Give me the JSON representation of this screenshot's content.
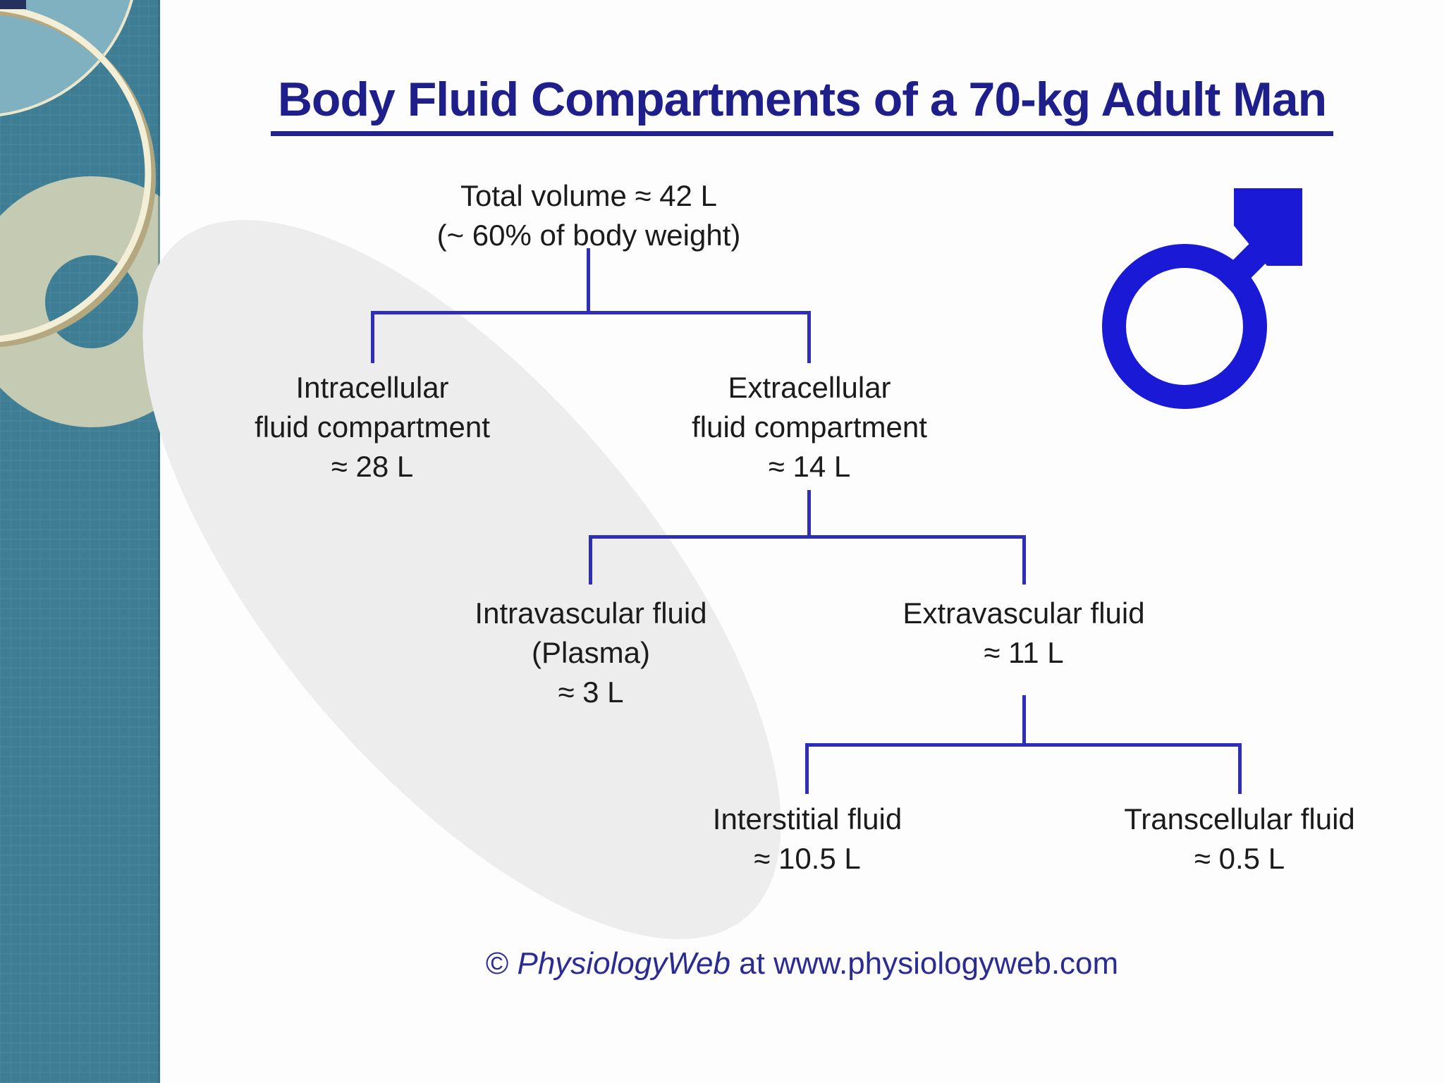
{
  "header": {
    "title": "Body Fluid Compartments of a 70-kg Adult Man"
  },
  "diagram": {
    "nodes": [
      {
        "id": "total",
        "lines": [
          "Total volume ≈ 42 L",
          "(~ 60% of body weight)"
        ]
      },
      {
        "id": "intracellular",
        "lines": [
          "Intracellular",
          "fluid compartment",
          "≈ 28 L"
        ]
      },
      {
        "id": "extracellular",
        "lines": [
          "Extracellular",
          "fluid compartment",
          "≈ 14 L"
        ]
      },
      {
        "id": "intravascular",
        "lines": [
          "Intravascular fluid",
          "(Plasma)",
          "≈ 3 L"
        ]
      },
      {
        "id": "extravascular",
        "lines": [
          "Extravascular fluid",
          "≈ 11 L"
        ]
      },
      {
        "id": "interstitial",
        "lines": [
          "Interstitial fluid",
          "≈ 10.5 L"
        ]
      },
      {
        "id": "transcellular",
        "lines": [
          "Transcellular fluid",
          "≈ 0.5 L"
        ]
      }
    ],
    "edges": [
      [
        "total",
        "intracellular"
      ],
      [
        "total",
        "extracellular"
      ],
      [
        "extracellular",
        "intravascular"
      ],
      [
        "extracellular",
        "extravascular"
      ],
      [
        "extravascular",
        "interstitial"
      ],
      [
        "extravascular",
        "transcellular"
      ]
    ]
  },
  "footer": {
    "copyright_symbol": "© ",
    "brand": "PhysiologyWeb",
    "rest": " at www.physiologyweb.com"
  },
  "icons": {
    "male_symbol_glyph": "♂"
  },
  "colors": {
    "title_navy": "#1f1f8b",
    "connector_blue": "#2e2eb8",
    "male_symbol_blue": "#1a1ad6",
    "sidebar_teal": "#3e7e95",
    "ellipse_gray": "#ededee",
    "credit_navy": "#2b2b94"
  }
}
